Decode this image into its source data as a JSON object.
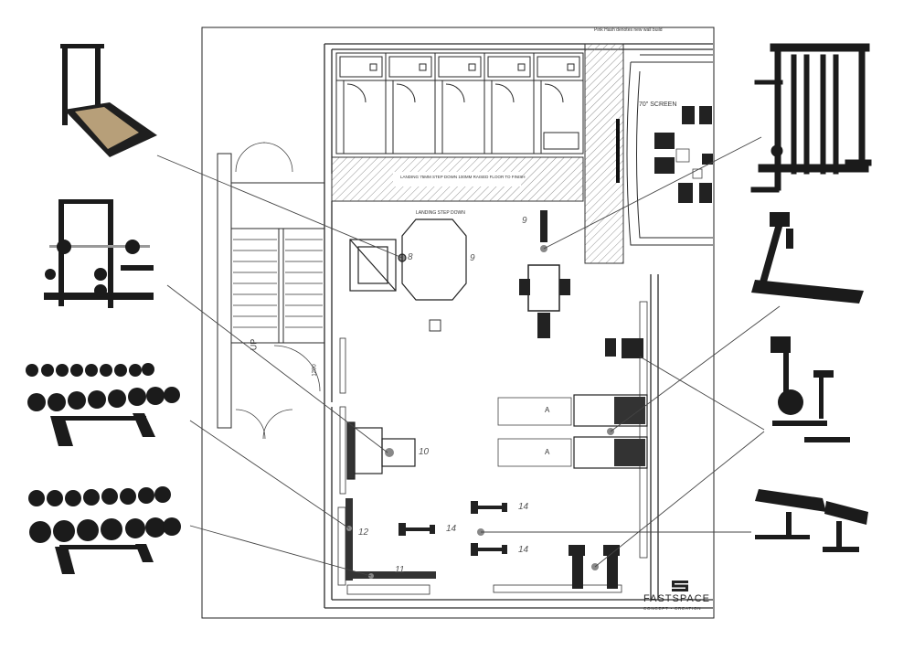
{
  "drawing": {
    "note": "Pink Hash denotes new wall build",
    "screen_label": "70\" SCREEN",
    "up_label": "UP",
    "landing_label": "LANDING STEP DOWN",
    "slab_label": "LANDING 75MM STEP DOWN 100MM RAISED FLOOR TO FINISH",
    "dimension_1200": "1200"
  },
  "equipment_numbers": {
    "n8": "8",
    "n9a": "9",
    "n9b": "9",
    "n10": "10",
    "n11": "11",
    "n12": "12",
    "n14a": "14",
    "n14b": "14",
    "n14c": "14"
  },
  "treadmill_marks": {
    "a1": "A",
    "a2": "A"
  },
  "brand": {
    "name": "FASTSPACE",
    "tagline": "CONCEPT • CREATION"
  },
  "product_images": [
    {
      "name": "half-rack-platform-image"
    },
    {
      "name": "squat-rack-image"
    },
    {
      "name": "dumbbell-rack-image-1"
    },
    {
      "name": "dumbbell-rack-image-2"
    },
    {
      "name": "cable-station-image"
    },
    {
      "name": "treadmill-image"
    },
    {
      "name": "upright-bike-image"
    },
    {
      "name": "adjustable-bench-image"
    }
  ],
  "colors": {
    "line": "#2a2a2a",
    "thin": "#555555",
    "hatch": "#777777",
    "equipment": "#111111",
    "marker": "#888888"
  }
}
